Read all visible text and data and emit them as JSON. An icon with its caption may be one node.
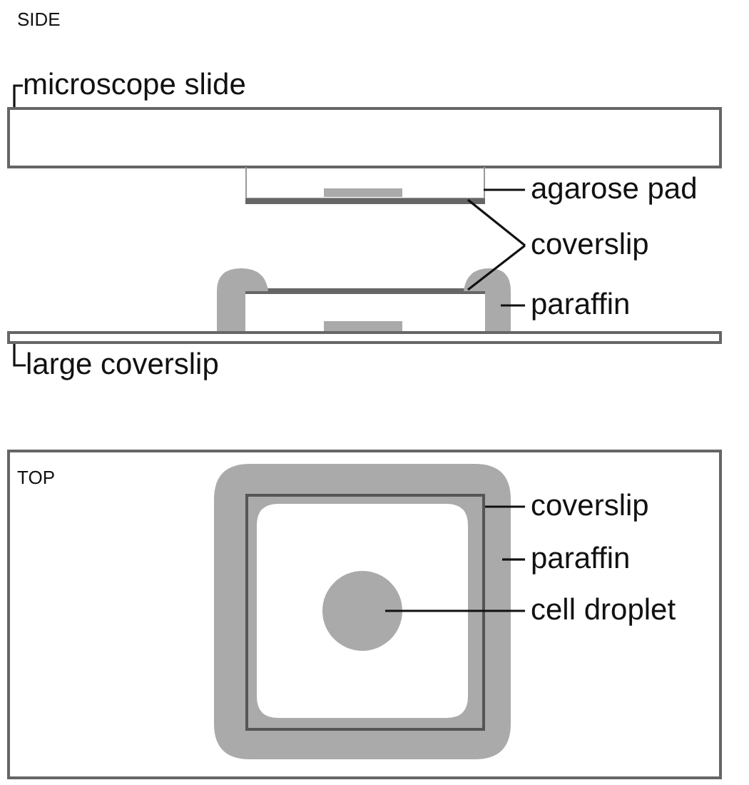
{
  "diagram": {
    "nodes": [
      {
        "text": [
          "microscope slide"
        ]
      },
      {
        "text": [],
        "shape": "box"
      },
      {
        "text": [
          "agarose pad"
        ]
      },
      {
        "text": [],
        "shape": "box"
      },
      {
        "text": [],
        "shape": "bar",
        "in": 3
      },
      {
        "text": [
          "coverslip"
        ]
      },
      {
        "text": [],
        "shape": "bar"
      },
      {
        "text": [],
        "shape": "bar"
      },
      {
        "text": [
          "paraffin"
        ]
      },
      {
        "text": [],
        "shape": "blob"
      },
      {
        "text": [],
        "shape": "blob"
      },
      {
        "text": [],
        "shape": "bar"
      },
      {
        "text": [
          "large coverslip"
        ]
      },
      {
        "text": [],
        "shape": "bar"
      },
      {
        "text": [
          "TOP"
        ]
      },
      {
        "text": [
          "coverslip"
        ],
        "in": 14
      },
      {
        "text": [
          "paraffin"
        ],
        "in": 14
      },
      {
        "text": [
          "cell droplet"
        ],
        "in": 14
      },
      {
        "text": [],
        "shape": "ring",
        "in": 14
      },
      {
        "text": [],
        "shape": "box",
        "in": 18
      },
      {
        "text": [],
        "shape": "circle",
        "in": 19
      }
    ],
    "edges": [
      {
        "from": 0,
        "to": 1,
        "arrow": "none"
      },
      {
        "from": 2,
        "to": 3,
        "arrow": "none"
      },
      {
        "from": 5,
        "to": 6,
        "arrow": "none"
      },
      {
        "from": 5,
        "to": 7,
        "arrow": "none"
      },
      {
        "from": 8,
        "to": 10,
        "arrow": "none"
      },
      {
        "from": 12,
        "to": 13,
        "arrow": "none"
      },
      {
        "from": 15,
        "to": 19,
        "arrow": "none"
      },
      {
        "from": 16,
        "to": 18,
        "arrow": "none"
      },
      {
        "from": 17,
        "to": 20,
        "arrow": "none"
      }
    ],
    "labels": [
      "SIDE"
    ]
  }
}
